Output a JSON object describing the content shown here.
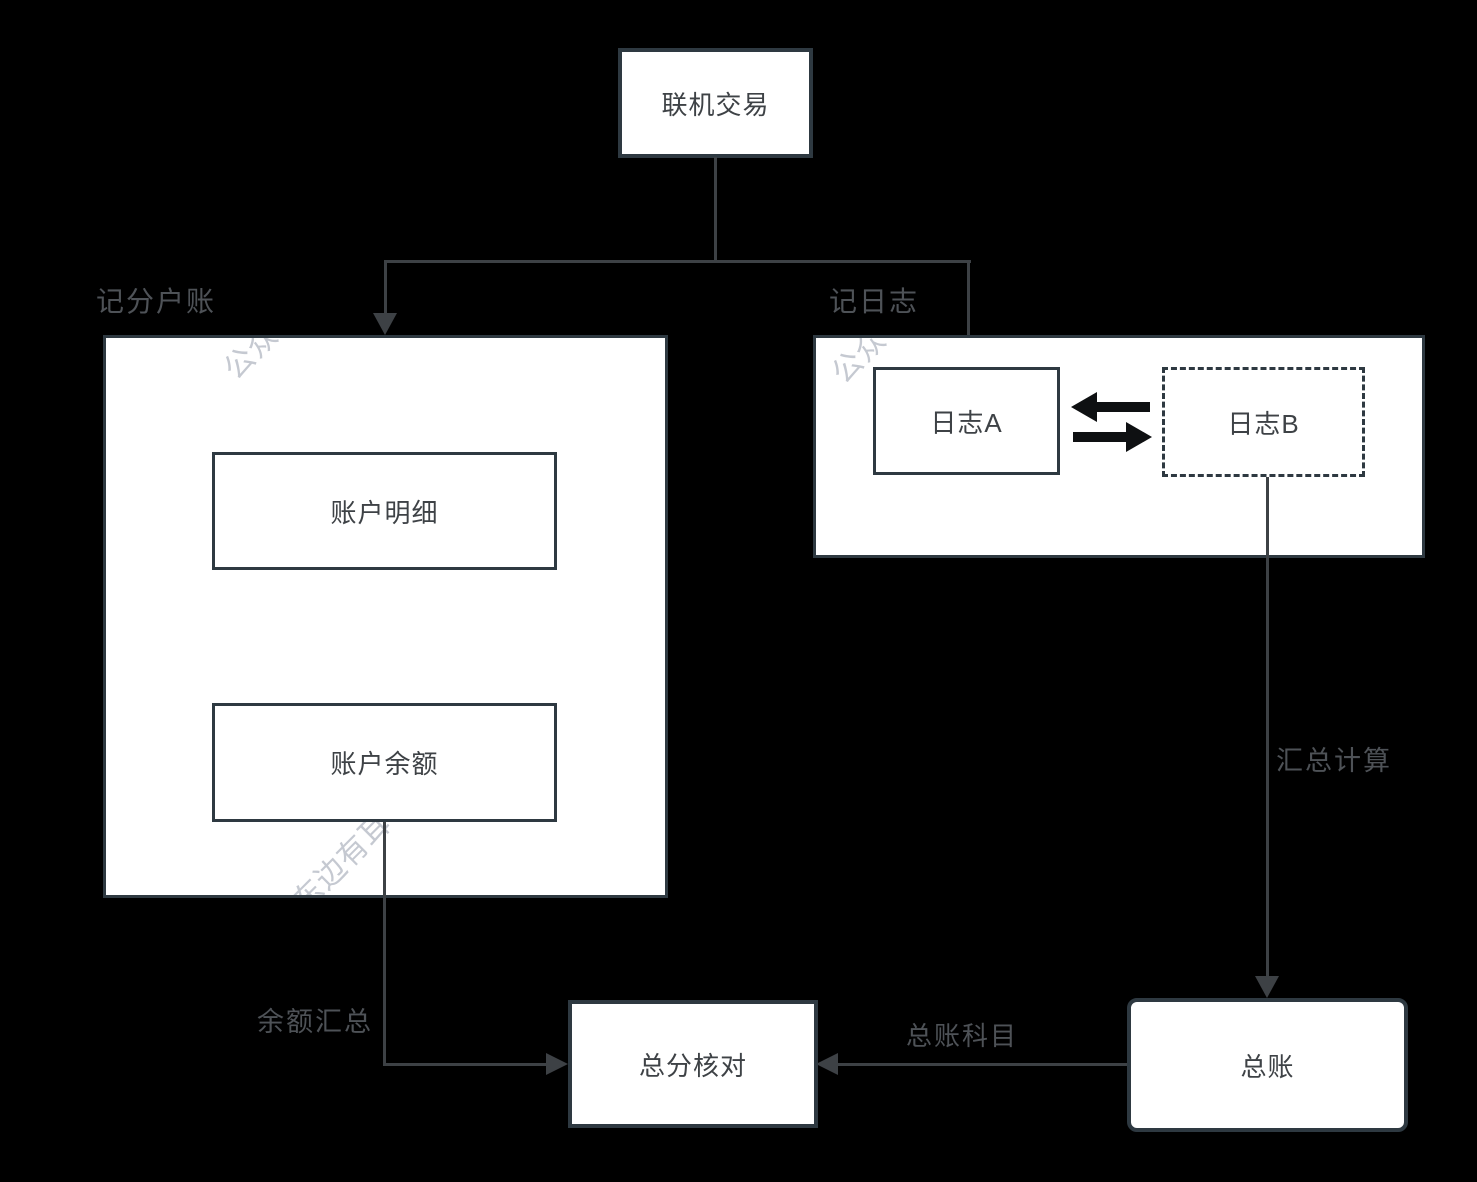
{
  "diagram": {
    "nodes": {
      "online_transaction": {
        "label": "联机交易"
      },
      "account_detail": {
        "label": "账户明细"
      },
      "account_balance": {
        "label": "账户余额"
      },
      "journal_a": {
        "label": "日志A"
      },
      "journal_b": {
        "label": "日志B"
      },
      "reconciliation": {
        "label": "总分核对"
      },
      "general_ledger": {
        "label": "总账"
      }
    },
    "groups": {
      "sub_ledger": {
        "label": "记分户账"
      },
      "journal": {
        "label": "记日志"
      }
    },
    "edge_labels": {
      "balance_summary": {
        "label": "余额汇总"
      },
      "gl_account": {
        "label": "总账科目"
      },
      "summary_calculation": {
        "label": "汇总计算"
      }
    },
    "watermarks": [
      {
        "text": "公众"
      },
      {
        "text": "公众"
      },
      {
        "text": "东边有耳"
      }
    ],
    "colors": {
      "bg": "#000000",
      "fill": "#ffffff",
      "border": "#2e3941",
      "line": "#3d4145",
      "boxtext": "#3e4246",
      "label": "#4e5257",
      "thick": "#0e1012",
      "wm": "rgba(182,187,197,0.8)"
    }
  }
}
